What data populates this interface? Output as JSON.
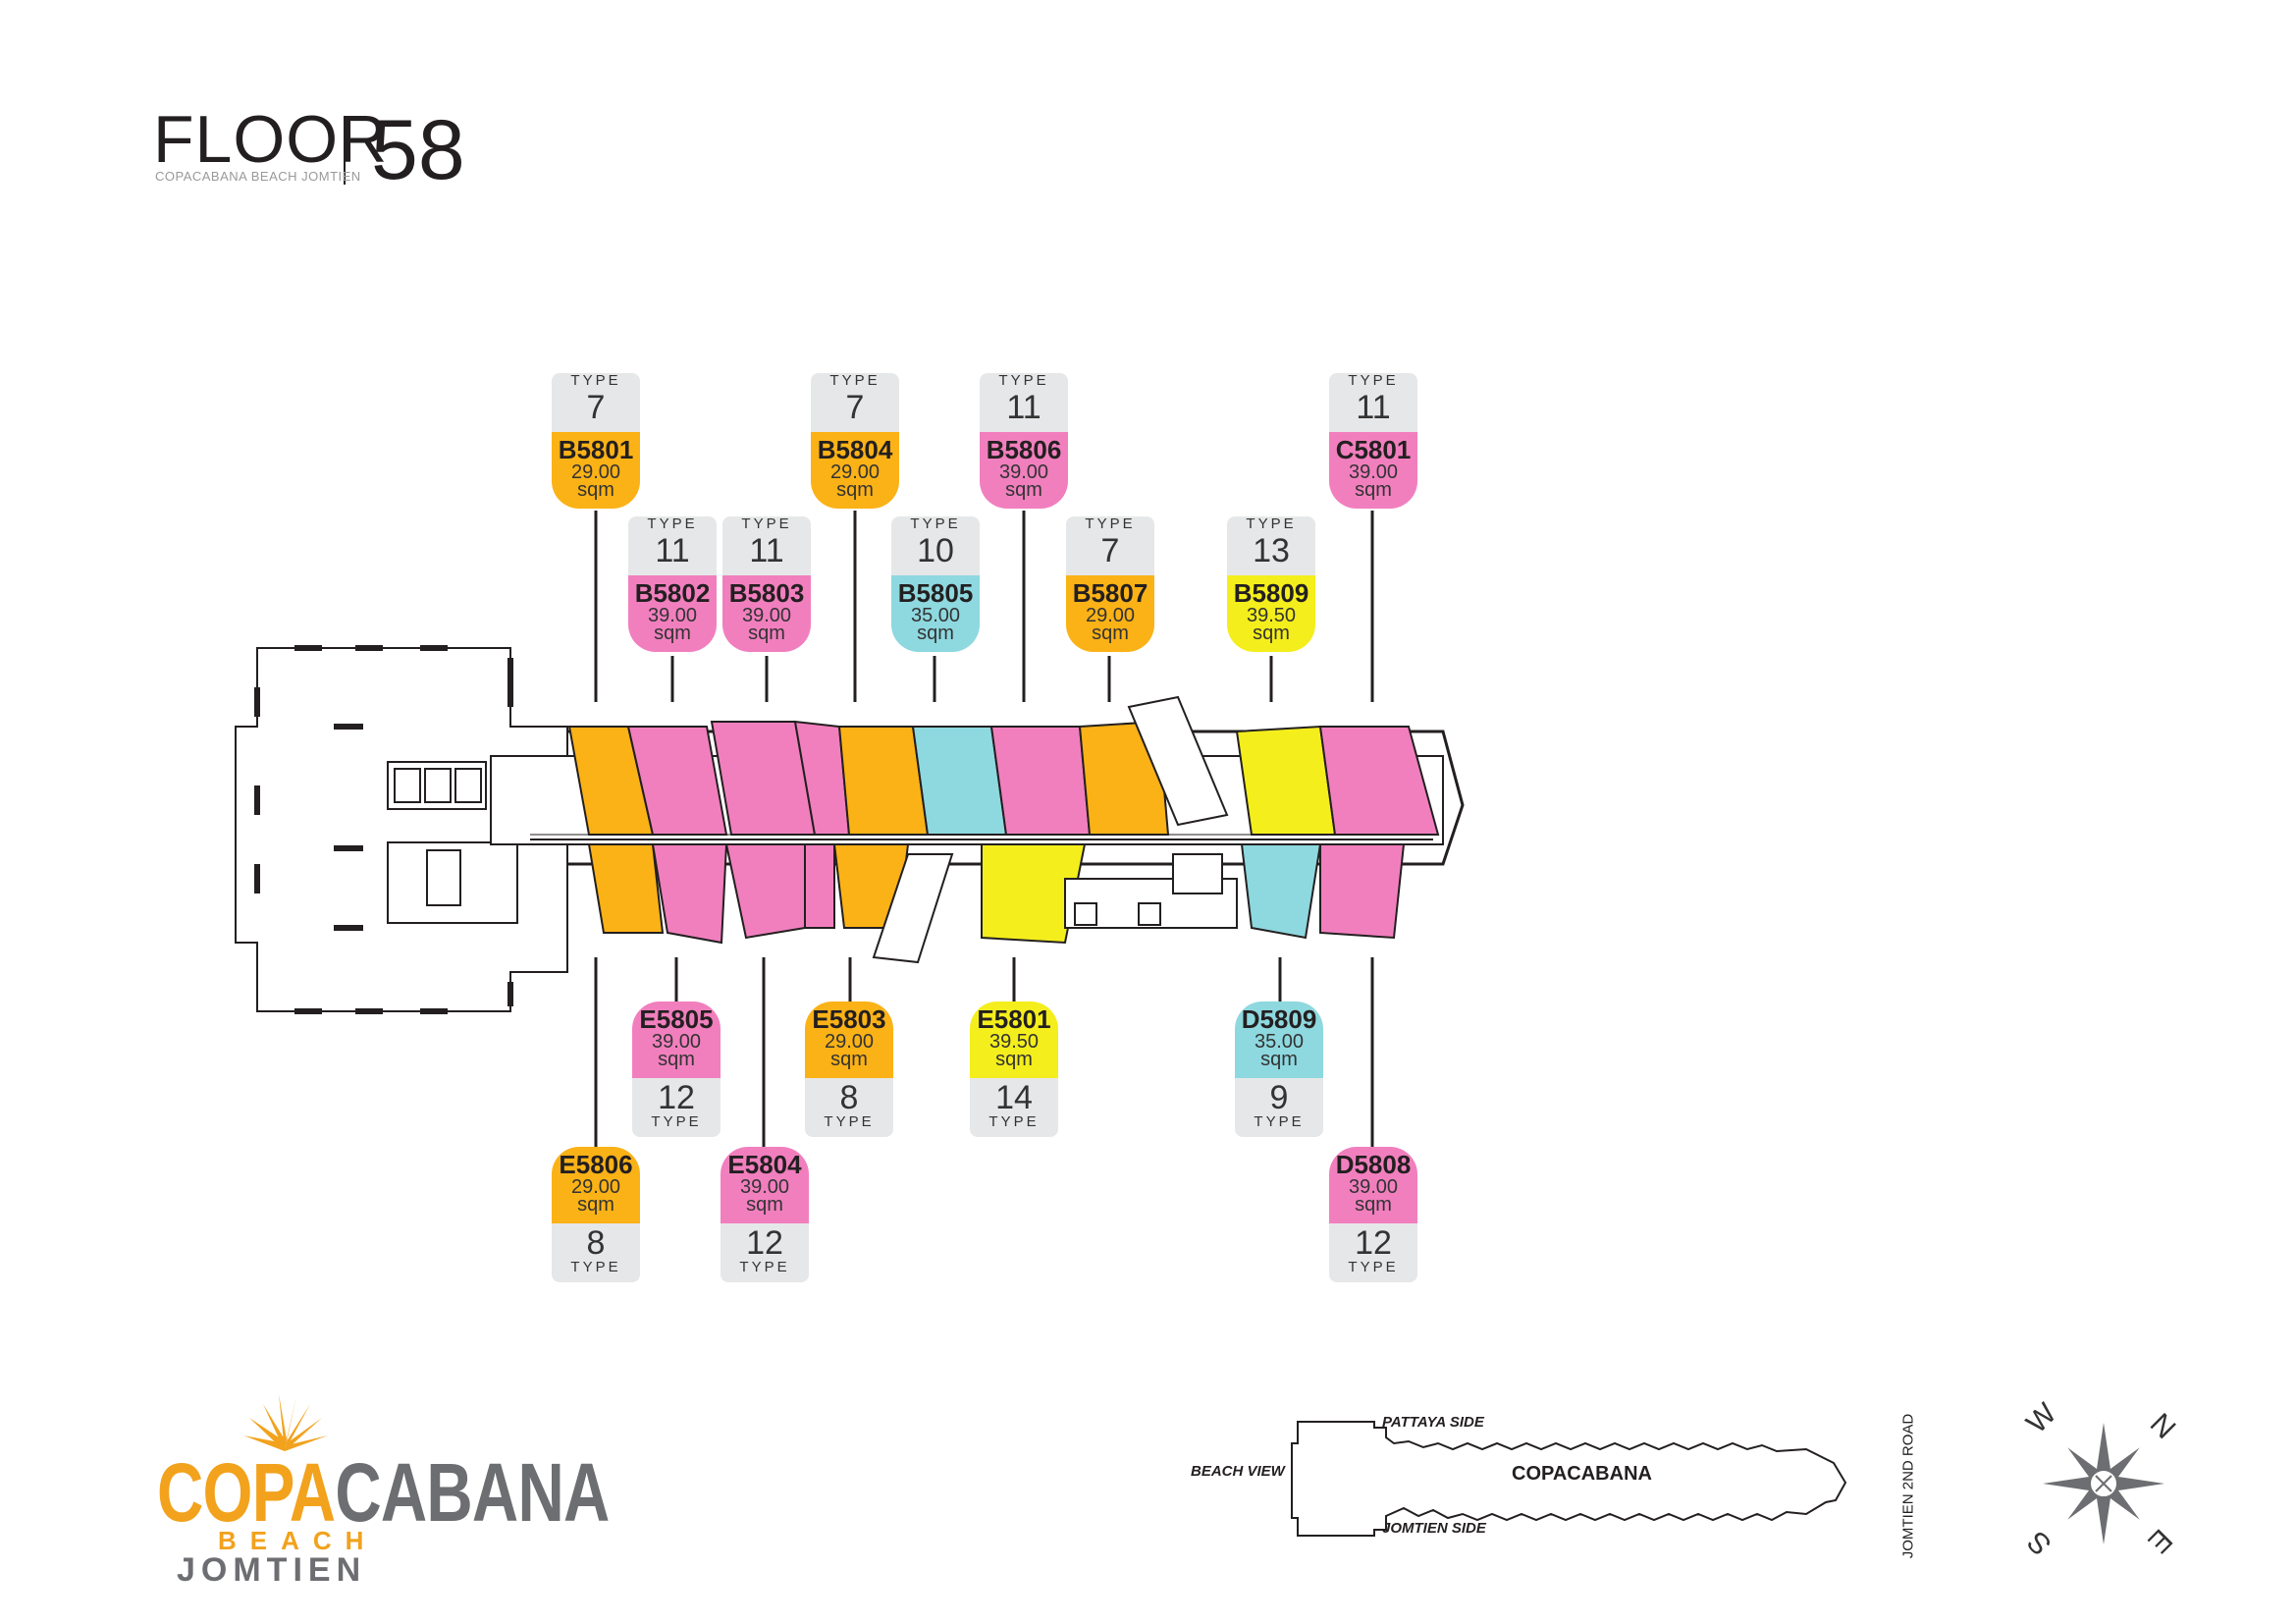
{
  "header": {
    "floor_label": "FLOOR",
    "floor_number": "58",
    "subtitle": "COPACABANA BEACH JOMTIEN"
  },
  "colors": {
    "orange": "#fbb216",
    "pink": "#f17fbe",
    "cyan": "#8ed8df",
    "yellow": "#f4ee1c",
    "gray_tag": "#e6e7e8"
  },
  "type_label": "TYPE",
  "units_top": [
    {
      "code": "B5801",
      "type": "7",
      "area": "29.00",
      "unit": "sqm",
      "color": "#fbb216"
    },
    {
      "code": "B5802",
      "type": "11",
      "area": "39.00",
      "unit": "sqm",
      "color": "#f17fbe"
    },
    {
      "code": "B5803",
      "type": "11",
      "area": "39.00",
      "unit": "sqm",
      "color": "#f17fbe"
    },
    {
      "code": "B5804",
      "type": "7",
      "area": "29.00",
      "unit": "sqm",
      "color": "#fbb216"
    },
    {
      "code": "B5805",
      "type": "10",
      "area": "35.00",
      "unit": "sqm",
      "color": "#8ed8df"
    },
    {
      "code": "B5806",
      "type": "11",
      "area": "39.00",
      "unit": "sqm",
      "color": "#f17fbe"
    },
    {
      "code": "B5807",
      "type": "7",
      "area": "29.00",
      "unit": "sqm",
      "color": "#fbb216"
    },
    {
      "code": "B5809",
      "type": "13",
      "area": "39.50",
      "unit": "sqm",
      "color": "#f4ee1c"
    },
    {
      "code": "C5801",
      "type": "11",
      "area": "39.00",
      "unit": "sqm",
      "color": "#f17fbe"
    }
  ],
  "units_bottom": [
    {
      "code": "E5806",
      "type": "8",
      "area": "29.00",
      "unit": "sqm",
      "color": "#fbb216"
    },
    {
      "code": "E5805",
      "type": "12",
      "area": "39.00",
      "unit": "sqm",
      "color": "#f17fbe"
    },
    {
      "code": "E5804",
      "type": "12",
      "area": "39.00",
      "unit": "sqm",
      "color": "#f17fbe"
    },
    {
      "code": "E5803",
      "type": "8",
      "area": "29.00",
      "unit": "sqm",
      "color": "#fbb216"
    },
    {
      "code": "E5801",
      "type": "14",
      "area": "39.50",
      "unit": "sqm",
      "color": "#f4ee1c"
    },
    {
      "code": "D5809",
      "type": "9",
      "area": "35.00",
      "unit": "sqm",
      "color": "#8ed8df"
    },
    {
      "code": "D5808",
      "type": "12",
      "area": "39.00",
      "unit": "sqm",
      "color": "#f17fbe"
    }
  ],
  "logo": {
    "copa": "COPA",
    "cabana": "CABANA",
    "beach": "BEACH",
    "jomtien": "JOMTIEN"
  },
  "keyplan": {
    "pattaya_side": "PATTAYA SIDE",
    "beach_view": "BEACH VIEW",
    "building_name": "COPACABANA",
    "jomtien_side": "JOMTIEN SIDE",
    "road": "JOMTIEN 2ND ROAD"
  },
  "compass": {
    "w": "W",
    "n": "N",
    "s": "S",
    "e": "E"
  }
}
